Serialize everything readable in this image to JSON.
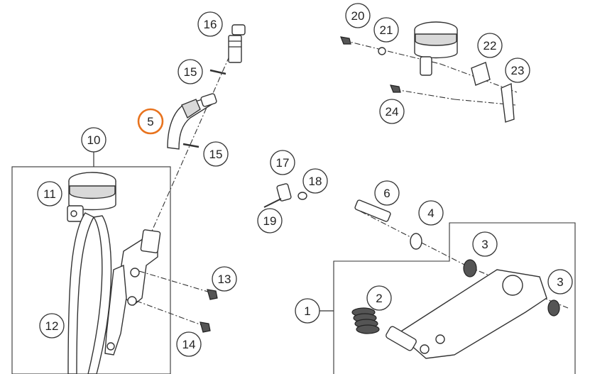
{
  "diagram": {
    "highlight_color": "#e8731e",
    "callouts": [
      {
        "id": "c16",
        "label": "16"
      },
      {
        "id": "c15a",
        "label": "15"
      },
      {
        "id": "c5",
        "label": "5",
        "highlighted": true
      },
      {
        "id": "c15b",
        "label": "15"
      },
      {
        "id": "c10",
        "label": "10"
      },
      {
        "id": "c11",
        "label": "11"
      },
      {
        "id": "c12",
        "label": "12"
      },
      {
        "id": "c13",
        "label": "13"
      },
      {
        "id": "c14",
        "label": "14"
      },
      {
        "id": "c17",
        "label": "17"
      },
      {
        "id": "c18",
        "label": "18"
      },
      {
        "id": "c19",
        "label": "19"
      },
      {
        "id": "c20",
        "label": "20"
      },
      {
        "id": "c21",
        "label": "21"
      },
      {
        "id": "c22",
        "label": "22"
      },
      {
        "id": "c23",
        "label": "23"
      },
      {
        "id": "c24",
        "label": "24"
      },
      {
        "id": "c6",
        "label": "6"
      },
      {
        "id": "c4",
        "label": "4"
      },
      {
        "id": "c3a",
        "label": "3"
      },
      {
        "id": "c3b",
        "label": "3"
      },
      {
        "id": "c2",
        "label": "2"
      },
      {
        "id": "c1",
        "label": "1"
      }
    ]
  }
}
